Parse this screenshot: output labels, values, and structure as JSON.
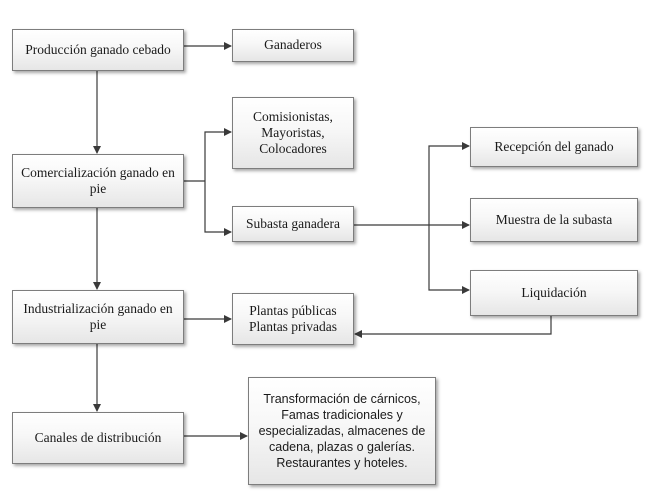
{
  "nodes": {
    "produccion": {
      "lines": [
        "Producción ganado cebado"
      ]
    },
    "comercializacion": {
      "lines": [
        "Comercialización ganado en",
        "pie"
      ]
    },
    "industrializacion": {
      "lines": [
        "Industrialización ganado en",
        "pie"
      ]
    },
    "canales": {
      "lines": [
        "Canales de distribución"
      ]
    },
    "ganaderos": {
      "lines": [
        "Ganaderos"
      ]
    },
    "comisionistas": {
      "lines": [
        "Comisionistas,",
        "Mayoristas,",
        "Colocadores"
      ]
    },
    "subasta": {
      "lines": [
        "Subasta ganadera"
      ]
    },
    "plantas": {
      "lines": [
        "Plantas públicas",
        "Plantas privadas"
      ]
    },
    "transformacion": {
      "lines": [
        "Transformación de cárnicos,",
        "Famas tradicionales y",
        "especializadas, almacenes de",
        "cadena, plazas o galerías.",
        "Restaurantes y hoteles."
      ]
    },
    "recepcion": {
      "lines": [
        "Recepción del ganado"
      ]
    },
    "muestra": {
      "lines": [
        "Muestra de la subasta"
      ]
    },
    "liquidacion": {
      "lines": [
        "Liquidación"
      ]
    }
  },
  "colors": {
    "line": "#3a3a3a",
    "box_border": "#7d7d7d"
  }
}
